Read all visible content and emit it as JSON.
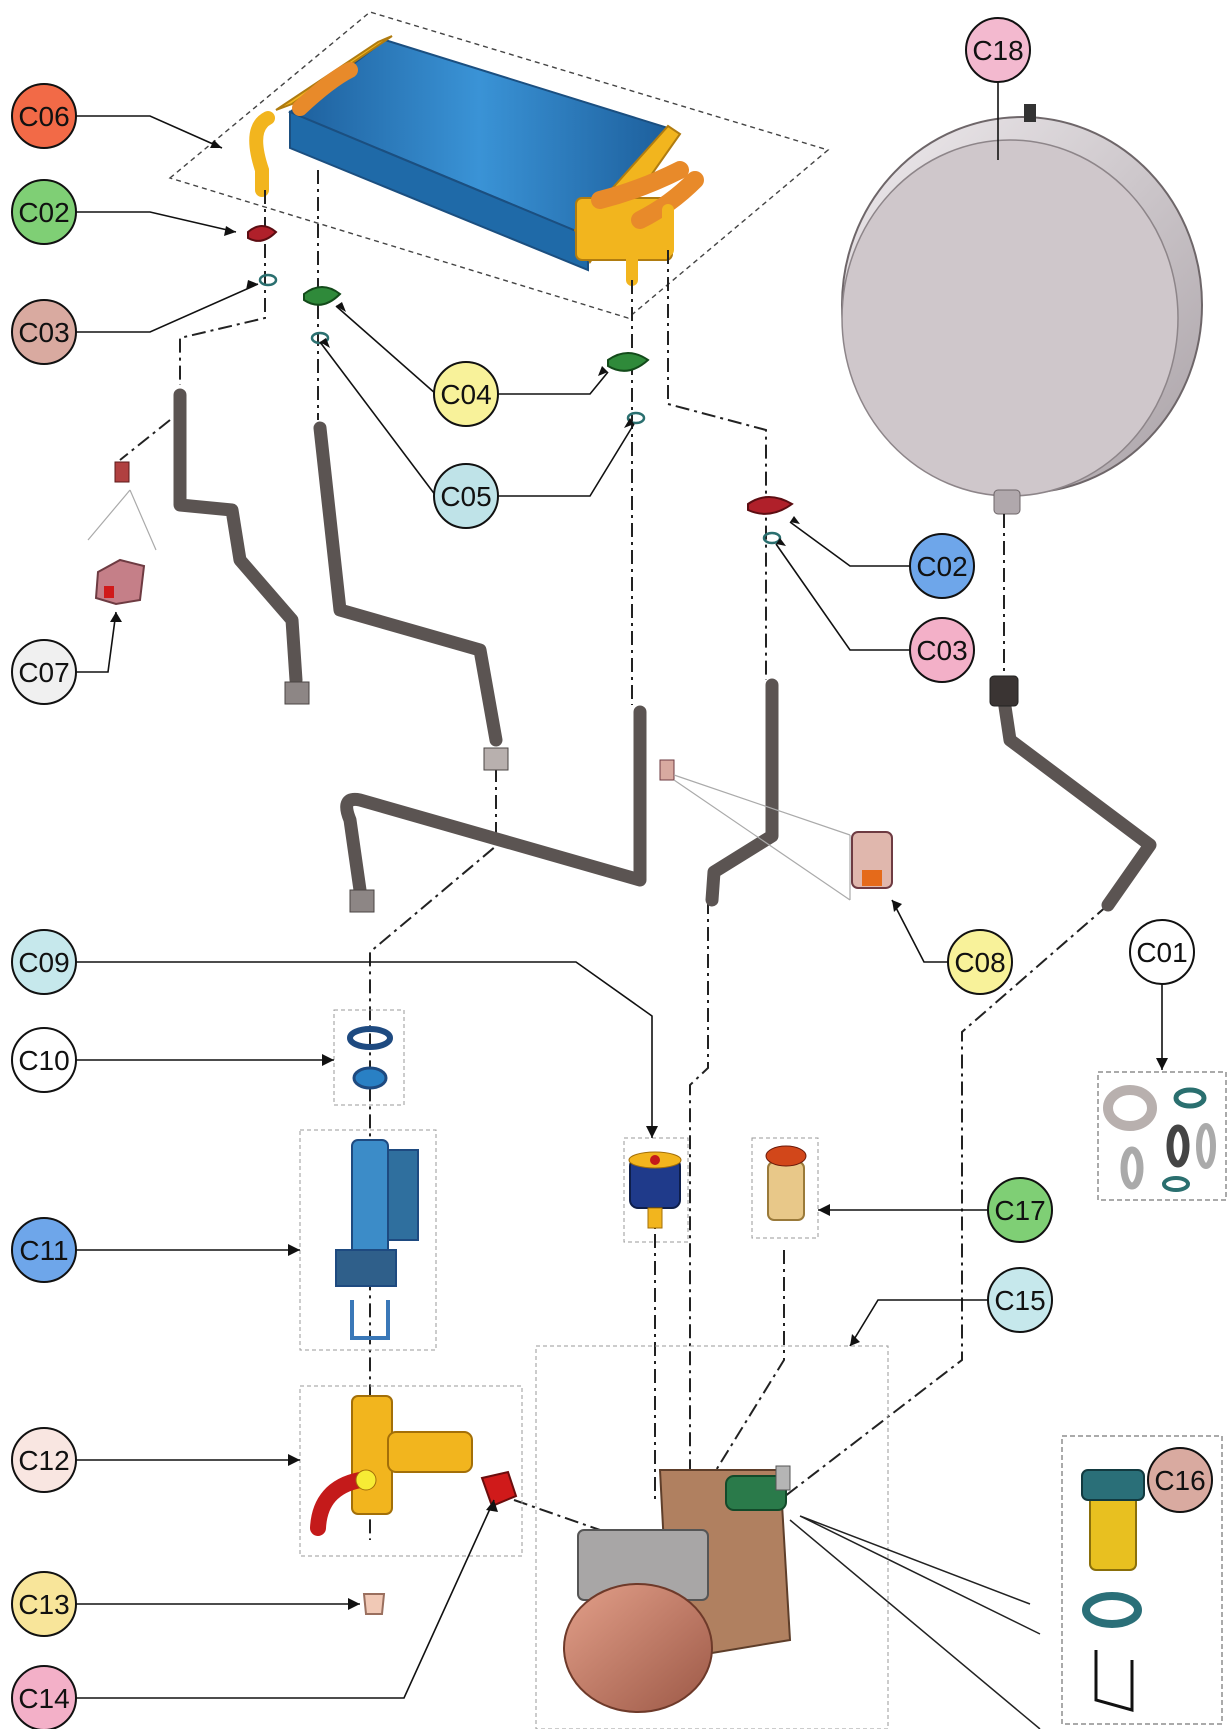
{
  "callouts": [
    {
      "code": "C06",
      "color": "#f26a47"
    },
    {
      "code": "C02",
      "color": "#7fcf75"
    },
    {
      "code": "C03",
      "color": "#d9aaa0"
    },
    {
      "code": "C04",
      "color": "#f8f29a"
    },
    {
      "code": "C05",
      "color": "#bfe3e8"
    },
    {
      "code": "C07",
      "color": "#f0f0f0"
    },
    {
      "code": "C18",
      "color": "#f3b9cf"
    },
    {
      "code": "C02",
      "color": "#6ea6ea"
    },
    {
      "code": "C03",
      "color": "#f3b0c8"
    },
    {
      "code": "C08",
      "color": "#f8f29a"
    },
    {
      "code": "C09",
      "color": "#c6e8ec"
    },
    {
      "code": "C10",
      "color": "#ffffff"
    },
    {
      "code": "C01",
      "color": "#ffffff"
    },
    {
      "code": "C11",
      "color": "#6ea6ea"
    },
    {
      "code": "C17",
      "color": "#7fcf75"
    },
    {
      "code": "C15",
      "color": "#c6e8ec"
    },
    {
      "code": "C12",
      "color": "#f9e6e1"
    },
    {
      "code": "C16",
      "color": "#d9aaa0"
    },
    {
      "code": "C13",
      "color": "#f8e59a"
    },
    {
      "code": "C14",
      "color": "#f3b0c8"
    }
  ],
  "colors": {
    "exchanger_fins": "#2f7fc2",
    "brass": "#f2b51e",
    "copper_pipe": "#e88a2a",
    "tube": "#5b5452",
    "vessel": "#d9d2d6",
    "clip_red": "#b0202a",
    "clip_green": "#2f8a3a",
    "pump_brass": "#b08060",
    "pump_motor": "#c87c66"
  }
}
